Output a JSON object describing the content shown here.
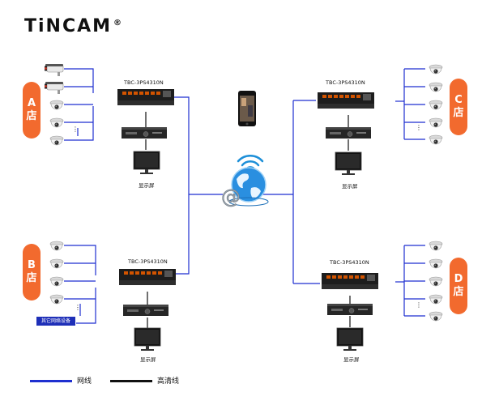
{
  "brand": {
    "name": "TiNCAM",
    "mark": "®"
  },
  "stores": [
    {
      "id": "A",
      "line1": "A",
      "line2": "店",
      "switch_model": "TBC-3PS4310N",
      "monitor_label": "显示屏",
      "cameras": [
        "bullet-camera",
        "bullet-camera",
        "dome-camera",
        "dome-camera",
        "dome-camera"
      ]
    },
    {
      "id": "B",
      "line1": "B",
      "line2": "店",
      "switch_model": "TBC-3PS4310N",
      "monitor_label": "显示屏",
      "cameras": [
        "dome-camera",
        "dome-camera",
        "dome-camera",
        "dome-camera"
      ],
      "other_devices": "其它网络设备"
    },
    {
      "id": "C",
      "line1": "C",
      "line2": "店",
      "switch_model": "TBC-3PS4310N",
      "monitor_label": "显示屏",
      "cameras": [
        "dome-camera",
        "dome-camera",
        "dome-camera",
        "dome-camera",
        "dome-camera"
      ]
    },
    {
      "id": "D",
      "line1": "D",
      "line2": "店",
      "switch_model": "TBC-3PS4310N",
      "monitor_label": "显示屏",
      "cameras": [
        "dome-camera",
        "dome-camera",
        "dome-camera",
        "dome-camera",
        "dome-camera"
      ]
    }
  ],
  "ellipsis": "⋮",
  "legend": [
    {
      "label": "网线",
      "color": "#1e2fd0"
    },
    {
      "label": "高清线",
      "color": "#111111"
    }
  ],
  "colors": {
    "network_line": "#1e2fd0",
    "hdmi_line": "#111111",
    "store_pill": "#f26a2e"
  },
  "icons": [
    "smartphone-icon",
    "internet-globe-icon",
    "wifi-signal-icon",
    "switch-icon",
    "nvr-icon",
    "monitor-icon"
  ]
}
